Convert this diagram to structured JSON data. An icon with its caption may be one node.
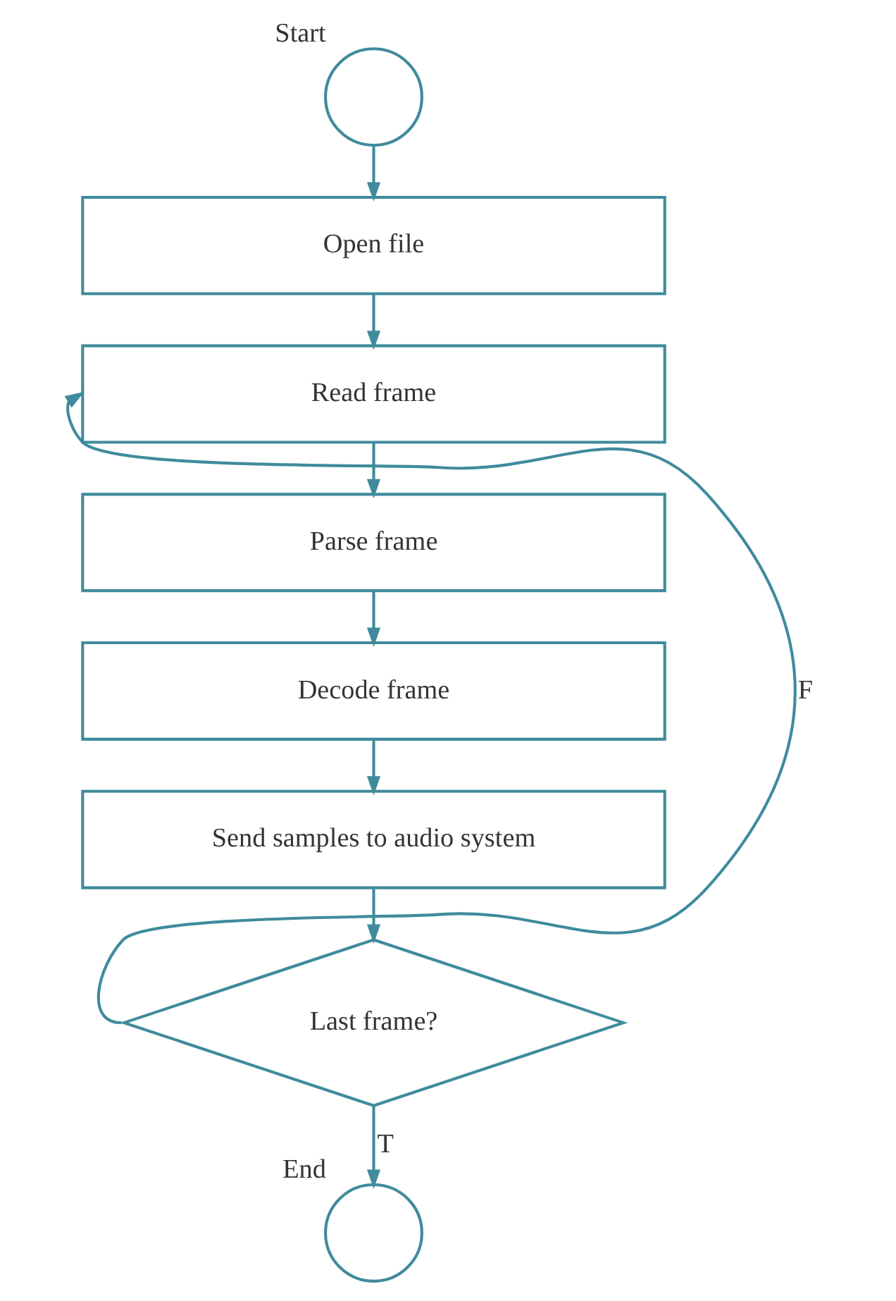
{
  "diagram": {
    "nodes": [
      {
        "text": [],
        "shape": "circle",
        "beside": [
          "Start"
        ]
      },
      {
        "text": [
          "Open file"
        ]
      },
      {
        "text": [
          "Read frame"
        ]
      },
      {
        "text": [
          "Parse frame"
        ]
      },
      {
        "text": [
          "Decode frame"
        ]
      },
      {
        "text": [
          "Send samples to audio system"
        ]
      },
      {
        "text": [
          "Last frame?"
        ]
      },
      {
        "text": [],
        "shape": "circle",
        "beside": [
          "End"
        ]
      }
    ],
    "edges": [
      {
        "from": 0,
        "to": 1,
        "arrow": "to"
      },
      {
        "from": 1,
        "to": 2,
        "arrow": "to"
      },
      {
        "from": 2,
        "to": 3,
        "arrow": "to"
      },
      {
        "from": 3,
        "to": 4,
        "arrow": "to"
      },
      {
        "from": 4,
        "to": 5,
        "arrow": "to"
      },
      {
        "from": 5,
        "to": 6,
        "arrow": "to"
      },
      {
        "from": 6,
        "to": 2,
        "arrow": "to",
        "label": "F"
      },
      {
        "from": 6,
        "to": 7,
        "arrow": "to",
        "label": "T"
      }
    ]
  }
}
